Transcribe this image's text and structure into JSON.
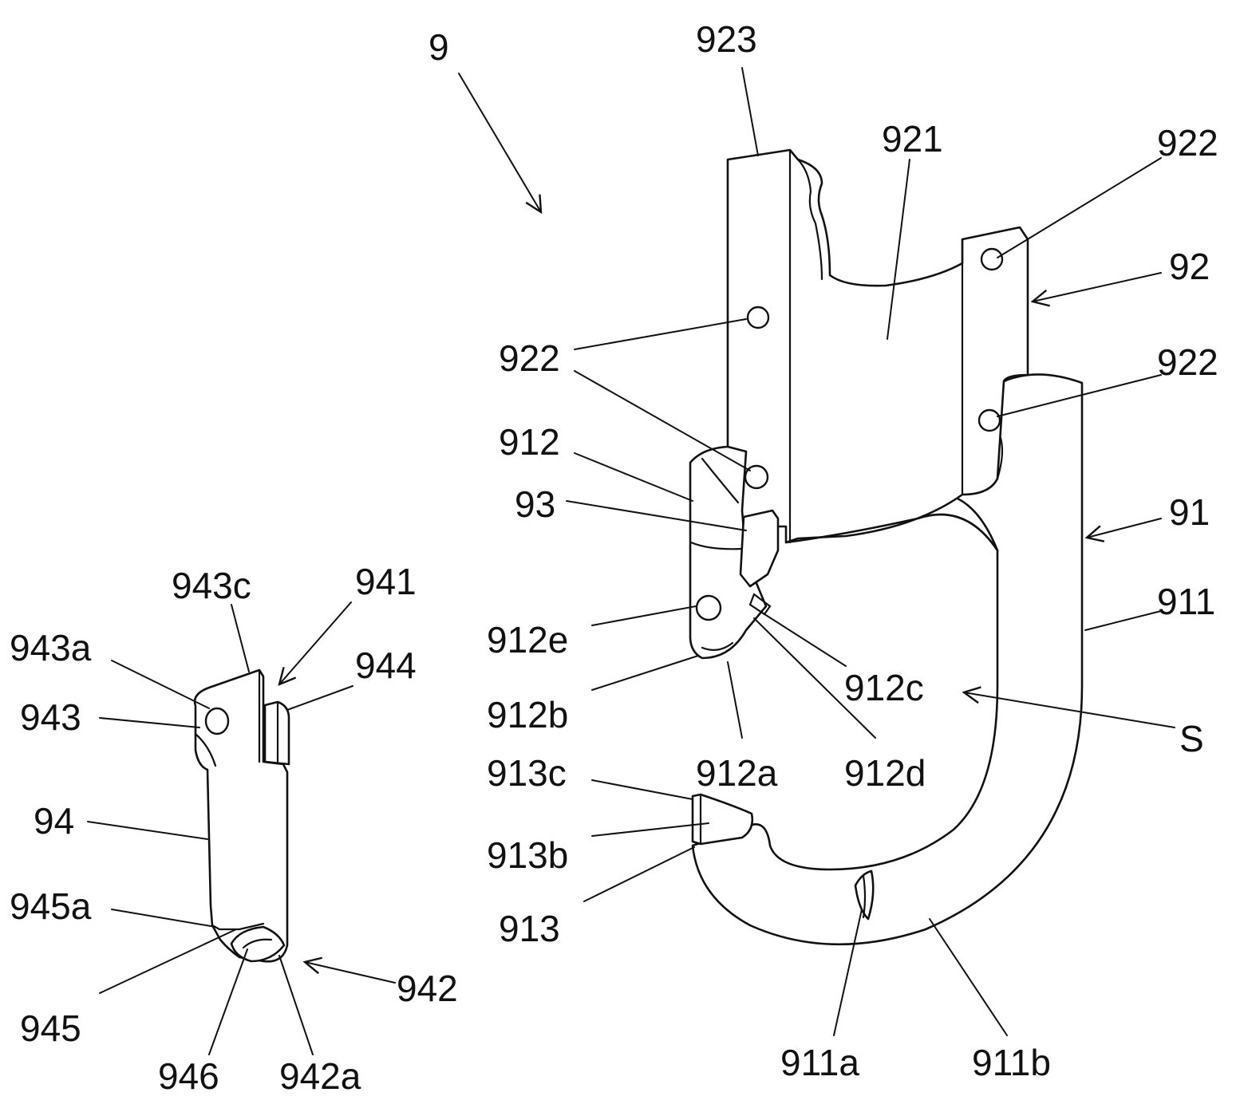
{
  "labels": {
    "l_9": "9",
    "l_923": "923",
    "l_921": "921",
    "l_922_tr": "922",
    "l_92": "92",
    "l_922_left": "922",
    "l_922_r": "922",
    "l_912": "912",
    "l_93": "93",
    "l_91": "91",
    "l_911": "911",
    "l_912e": "912e",
    "l_912c": "912c",
    "l_912b": "912b",
    "l_S": "S",
    "l_912a": "912a",
    "l_912d": "912d",
    "l_913c": "913c",
    "l_913b": "913b",
    "l_913": "913",
    "l_911a": "911a",
    "l_911b": "911b",
    "l_943c": "943c",
    "l_941": "941",
    "l_943a": "943a",
    "l_944": "944",
    "l_943": "943",
    "l_94": "94",
    "l_945a": "945a",
    "l_945": "945",
    "l_942": "942",
    "l_946": "946",
    "l_942a": "942a"
  }
}
